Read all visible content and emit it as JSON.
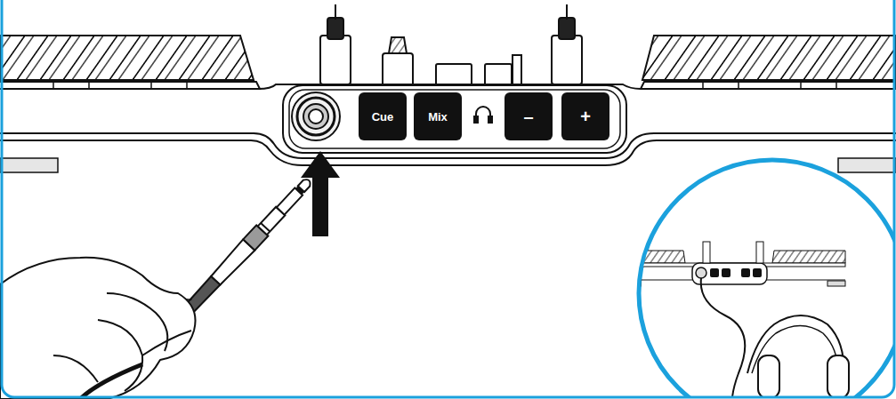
{
  "diagram": {
    "nodes": [
      {
        "text": [
          "Cue"
        ]
      },
      {
        "text": [
          "Mix"
        ]
      },
      {
        "text": [
          "–"
        ]
      },
      {
        "text": [
          "+"
        ]
      }
    ]
  }
}
